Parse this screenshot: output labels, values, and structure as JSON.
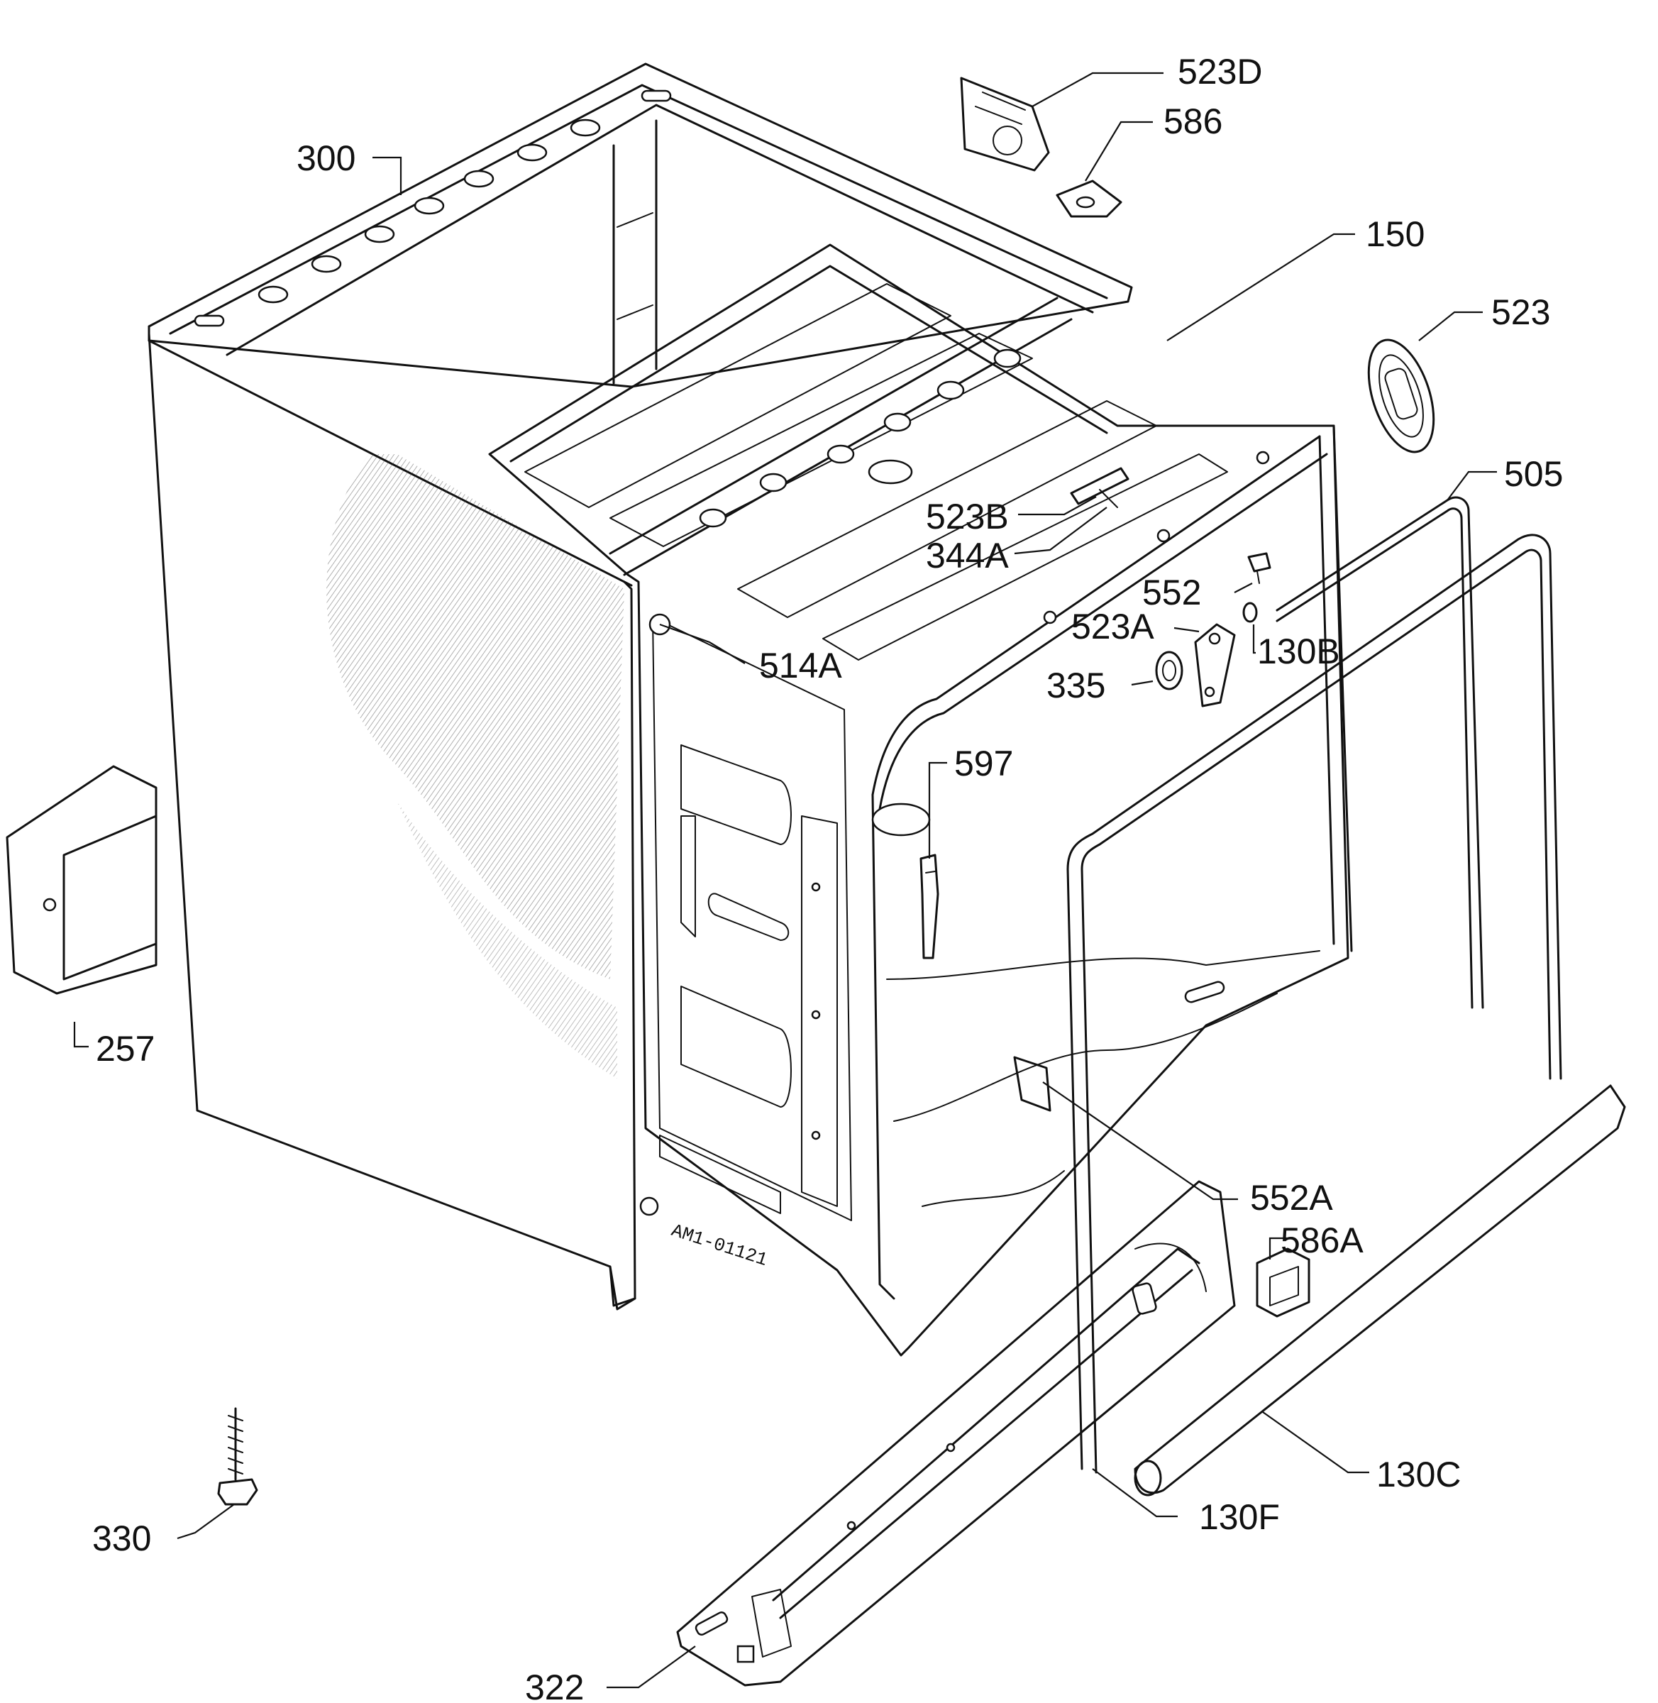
{
  "diagram": {
    "drawing_number": "AM1-01121",
    "part_labels": {
      "p523d": "523D",
      "p586": "586",
      "p300": "300",
      "p150": "150",
      "p523": "523",
      "p505": "505",
      "p523b": "523B",
      "p344a": "344A",
      "p552": "552",
      "p523a": "523A",
      "p130b": "130B",
      "p514a": "514A",
      "p335": "335",
      "p597": "597",
      "p257": "257",
      "p552a": "552A",
      "p586a": "586A",
      "p130c": "130C",
      "p130f": "130F",
      "p330": "330",
      "p322": "322"
    }
  }
}
